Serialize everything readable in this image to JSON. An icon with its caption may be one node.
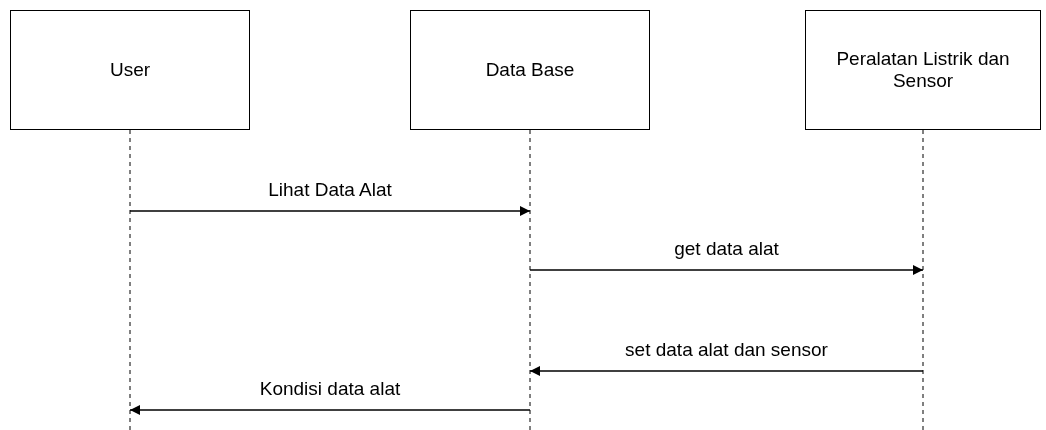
{
  "diagram": {
    "nodes": [
      {
        "text": [
          "User"
        ]
      },
      {
        "text": [
          "Data Base"
        ]
      },
      {
        "text": [
          "Peralatan Listrik dan Sensor"
        ]
      }
    ],
    "edges": [
      {
        "from": 0,
        "to": 1,
        "arrow": "to",
        "label": "Lihat Data Alat"
      },
      {
        "from": 1,
        "to": 2,
        "arrow": "to",
        "label": "get data alat"
      },
      {
        "from": 2,
        "to": 1,
        "arrow": "to",
        "label": "set data alat dan sensor"
      },
      {
        "from": 1,
        "to": 0,
        "arrow": "to",
        "label": "Kondisi data alat"
      }
    ]
  }
}
